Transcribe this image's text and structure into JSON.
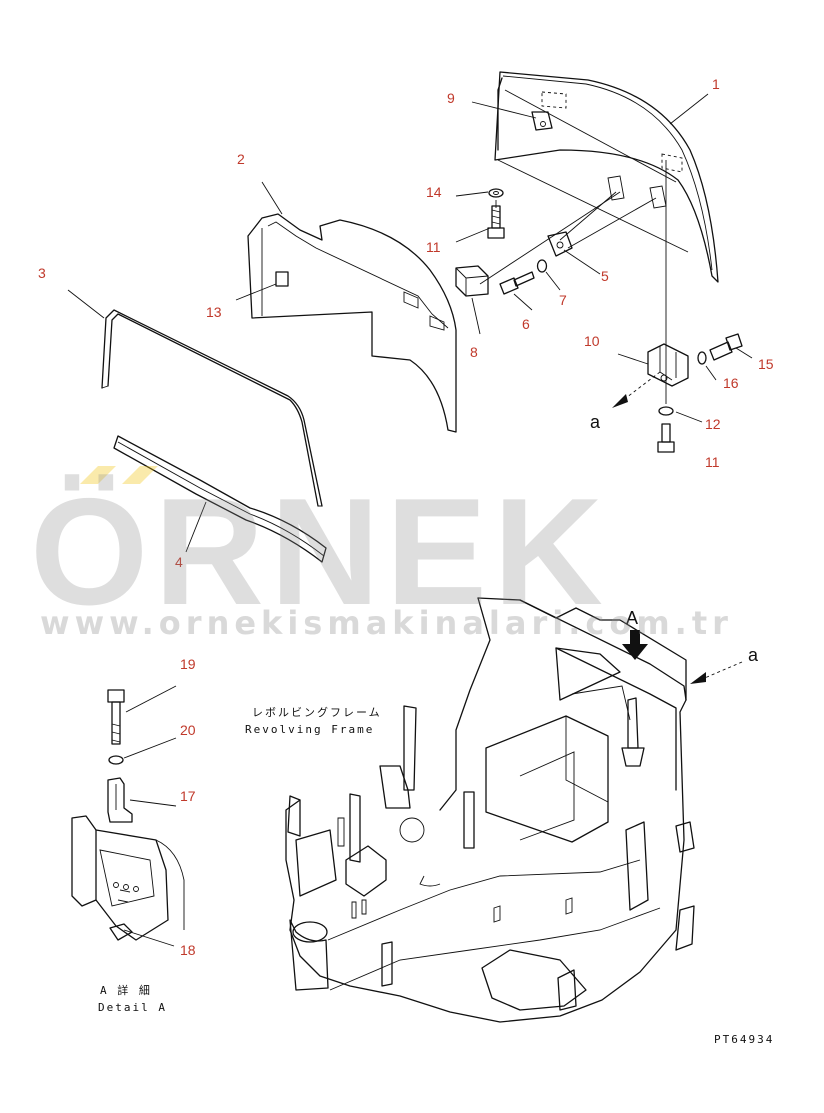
{
  "callouts": {
    "c1": "1",
    "c2": "2",
    "c3": "3",
    "c4": "4",
    "c5": "5",
    "c6": "6",
    "c7": "7",
    "c8": "8",
    "c9": "9",
    "c10": "10",
    "c11a": "11",
    "c11b": "11",
    "c12": "12",
    "c13": "13",
    "c14": "14",
    "c15": "15",
    "c16": "16",
    "c17": "17",
    "c18": "18",
    "c19": "19",
    "c20": "20"
  },
  "view_marks": {
    "a_lower": "a",
    "a_right": "a",
    "A_arrow": "A"
  },
  "frame_label": {
    "jp": "レボルビングフレーム",
    "en": "Revolving Frame"
  },
  "detail_label": {
    "jp": "A 詳 細",
    "en": "Detail A"
  },
  "drawing_number": "PT64934",
  "watermark": {
    "brand": "ÖRNEK",
    "url": "www.ornekismakinalari.com.tr",
    "color": "#8a8a8a",
    "accent": "#f1c40f"
  }
}
